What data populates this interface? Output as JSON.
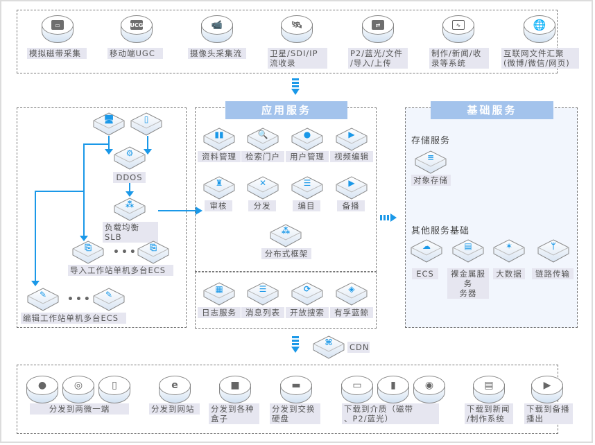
{
  "sources": {
    "items": [
      {
        "label": "模拟磁带采集",
        "icon": "cassette-icon"
      },
      {
        "label": "移动端UGC",
        "icon": "ugc-tv-icon",
        "glyph": "UCG"
      },
      {
        "label": "摄像头采集流",
        "icon": "camera-icon"
      },
      {
        "label": "卫星/SDI/IP\n流收录",
        "icon": "satellite-icon"
      },
      {
        "label": "P2/蓝光/文件\n/导入/上传",
        "icon": "folder-transfer-icon"
      },
      {
        "label": "制作/新闻/收\n录等系统",
        "icon": "monitor-icon"
      },
      {
        "label": "互联网文件汇聚\n(微博/微信/网页)",
        "icon": "globe-icon"
      }
    ]
  },
  "access": {
    "clients": [
      {
        "icon": "desktop-icon"
      },
      {
        "icon": "mobile-icon"
      }
    ],
    "ddos": {
      "label": "DDOS",
      "icon": "gear-shield-icon"
    },
    "slb": {
      "label": "负载均衡SLB",
      "icon": "load-balancer-icon"
    },
    "import_ecs": {
      "label": "导入工作站单机多台ECS",
      "icon": "import-file-icon",
      "ellipsis": "•••"
    },
    "edit_ecs": {
      "label": "编辑工作站单机多台ECS",
      "icon": "edit-file-icon",
      "ellipsis": "•••"
    }
  },
  "app_services": {
    "title": "应用服务",
    "row1": [
      {
        "label": "资料管理",
        "icon": "binder-icon",
        "glyph": "▮▮"
      },
      {
        "label": "检索门户",
        "icon": "doc-search-icon",
        "glyph": "🔍"
      },
      {
        "label": "用户管理",
        "icon": "user-icon",
        "glyph": "●"
      },
      {
        "label": "视频编辑",
        "icon": "video-folder-icon",
        "glyph": "▶"
      }
    ],
    "row2": [
      {
        "label": "审核",
        "icon": "stamp-icon",
        "glyph": "♜"
      },
      {
        "label": "分发",
        "icon": "distribute-icon",
        "glyph": "✕"
      },
      {
        "label": "编目",
        "icon": "list-icon",
        "glyph": "☰"
      },
      {
        "label": "备播",
        "icon": "play-circle-icon",
        "glyph": "▶"
      }
    ],
    "framework": {
      "label": "分布式框架",
      "icon": "cluster-icon",
      "glyph": "⁂"
    },
    "row3": [
      {
        "label": "日志服务",
        "icon": "calendar-clock-icon",
        "glyph": "▦"
      },
      {
        "label": "消息列表",
        "icon": "clipboard-list-icon",
        "glyph": "☰"
      },
      {
        "label": "开放搜索",
        "icon": "search-refresh-icon",
        "glyph": "⟳"
      },
      {
        "label": "有孚蓝鲸",
        "icon": "cube-stack-icon",
        "glyph": "◈"
      }
    ]
  },
  "cdn": {
    "label": "CDN",
    "icon": "cdn-network-icon",
    "glyph": "⌘"
  },
  "base_services": {
    "title": "基础服务",
    "storage_title": "存储服务",
    "storage": [
      {
        "label": "对象存储",
        "icon": "server-stack-icon",
        "glyph": "≡"
      }
    ],
    "other_title": "其他服务基础",
    "other": [
      {
        "label": "ECS",
        "icon": "cloud-server-icon",
        "glyph": "☁"
      },
      {
        "label": "裸金属服务\n务器",
        "icon": "bare-metal-icon",
        "glyph": "▤"
      },
      {
        "label": "大数据",
        "icon": "big-data-icon",
        "glyph": "✶"
      },
      {
        "label": "链路传输",
        "icon": "branch-icon",
        "glyph": "ᛘ"
      }
    ]
  },
  "destinations": {
    "groups": [
      {
        "label": "分发到两微一端",
        "icons": [
          "wechat-icon",
          "weibo-icon",
          "mobile-icon"
        ]
      },
      {
        "label": "分发到网站",
        "icons": [
          "ie-browser-icon"
        ]
      },
      {
        "label": "分发到各种\n盒子",
        "icons": [
          "box-icon"
        ]
      },
      {
        "label": "分发到交换\n硬盘",
        "icons": [
          "hard-drive-icon"
        ]
      },
      {
        "label": "下载到介质（磁带\n、P2/蓝光）",
        "icons": [
          "cassette-icon",
          "sd-card-icon",
          "disc-icon"
        ]
      },
      {
        "label": "下载到新闻\n/制作系统",
        "icons": [
          "newspaper-icon"
        ]
      },
      {
        "label": "下载到备播\n播出",
        "icons": [
          "play-icon"
        ]
      }
    ]
  },
  "colors": {
    "accent": "#1a98e8",
    "header_bg": "#a3c3ec",
    "label_bg": "#e6e6f0",
    "base_panel_bg": "#f2f6fd"
  }
}
